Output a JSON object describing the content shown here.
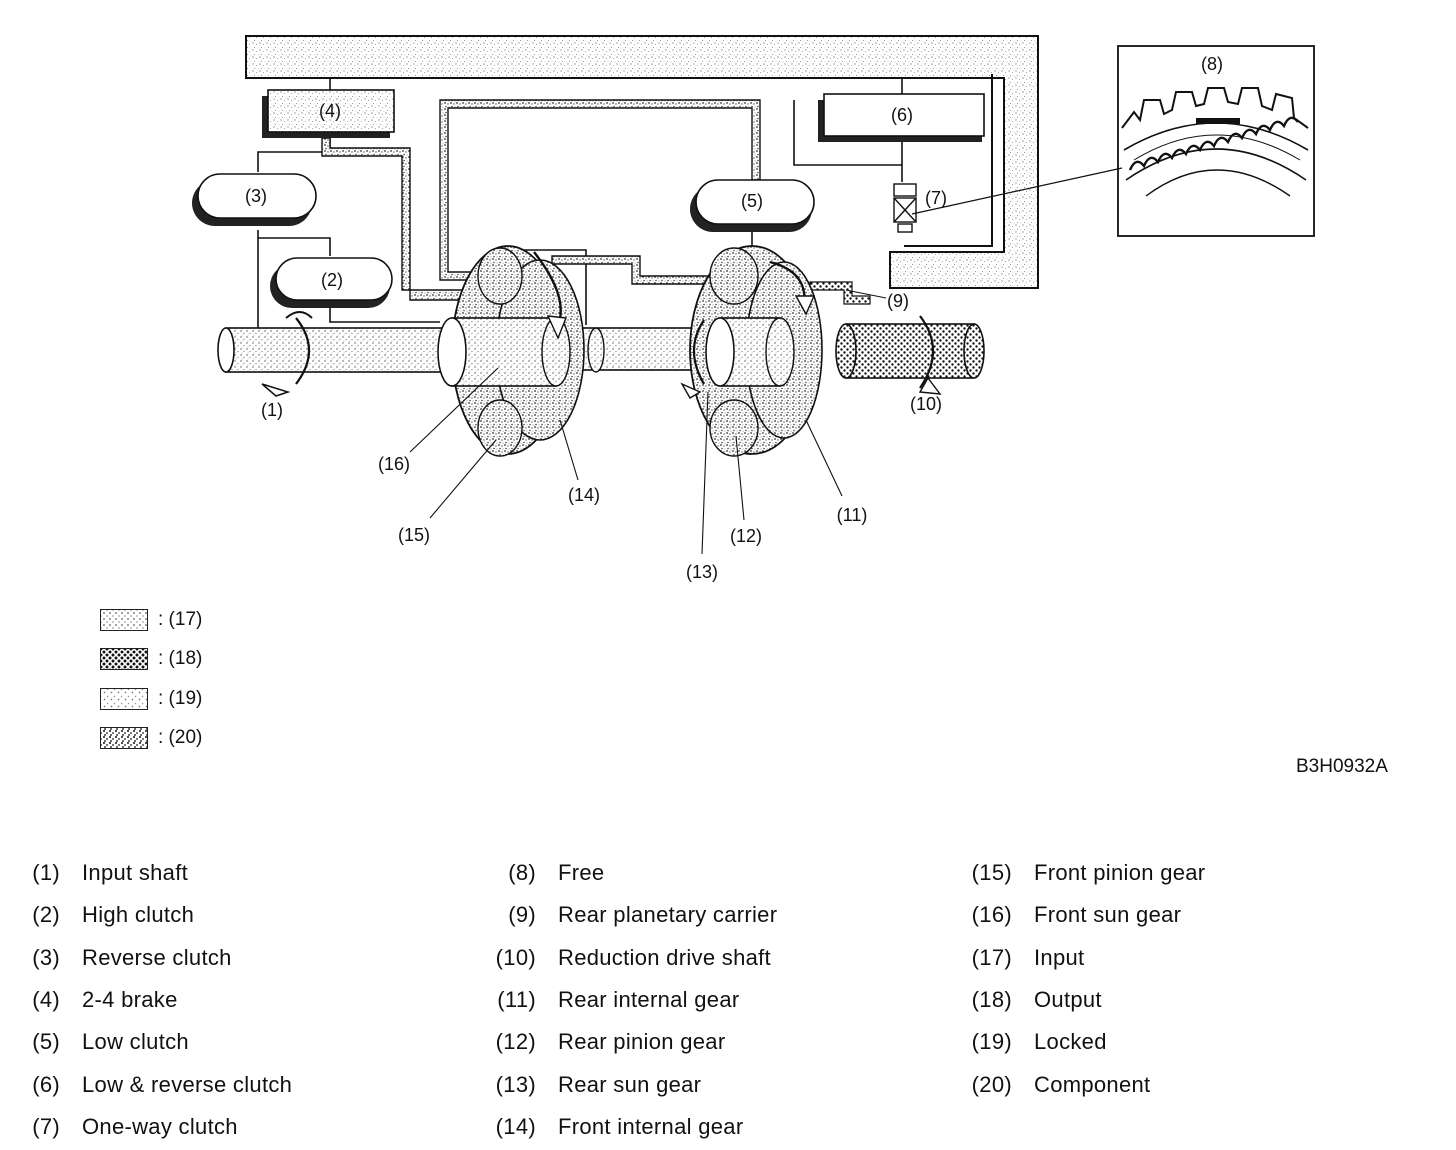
{
  "callouts": {
    "c1": "(1)",
    "c2": "(2)",
    "c3": "(3)",
    "c4": "(4)",
    "c5": "(5)",
    "c6": "(6)",
    "c7": "(7)",
    "c8": "(8)",
    "c9": "(9)",
    "c10": "(10)",
    "c11": "(11)",
    "c12": "(12)",
    "c13": "(13)",
    "c14": "(14)",
    "c15": "(15)",
    "c16": "(16)"
  },
  "legend": [
    {
      "label": ": (17)",
      "pattern": "input"
    },
    {
      "label": ": (18)",
      "pattern": "output"
    },
    {
      "label": ": (19)",
      "pattern": "locked"
    },
    {
      "label": ": (20)",
      "pattern": "component"
    }
  ],
  "figure_code": "B3H0932A",
  "parts": [
    [
      {
        "num": "(1)",
        "name": "Input shaft"
      },
      {
        "num": "(2)",
        "name": "High clutch"
      },
      {
        "num": "(3)",
        "name": "Reverse clutch"
      },
      {
        "num": "(4)",
        "name": "2-4 brake"
      },
      {
        "num": "(5)",
        "name": "Low clutch"
      },
      {
        "num": "(6)",
        "name": "Low & reverse clutch"
      },
      {
        "num": "(7)",
        "name": "One-way clutch"
      }
    ],
    [
      {
        "num": "(8)",
        "name": "Free"
      },
      {
        "num": "(9)",
        "name": "Rear planetary carrier"
      },
      {
        "num": "(10)",
        "name": "Reduction drive shaft"
      },
      {
        "num": "(11)",
        "name": "Rear internal gear"
      },
      {
        "num": "(12)",
        "name": "Rear pinion gear"
      },
      {
        "num": "(13)",
        "name": "Rear sun gear"
      },
      {
        "num": "(14)",
        "name": "Front internal gear"
      }
    ],
    [
      {
        "num": "(15)",
        "name": "Front pinion gear"
      },
      {
        "num": "(16)",
        "name": "Front sun gear"
      },
      {
        "num": "(17)",
        "name": "Input"
      },
      {
        "num": "(18)",
        "name": "Output"
      },
      {
        "num": "(19)",
        "name": "Locked"
      },
      {
        "num": "(20)",
        "name": "Component"
      }
    ]
  ]
}
